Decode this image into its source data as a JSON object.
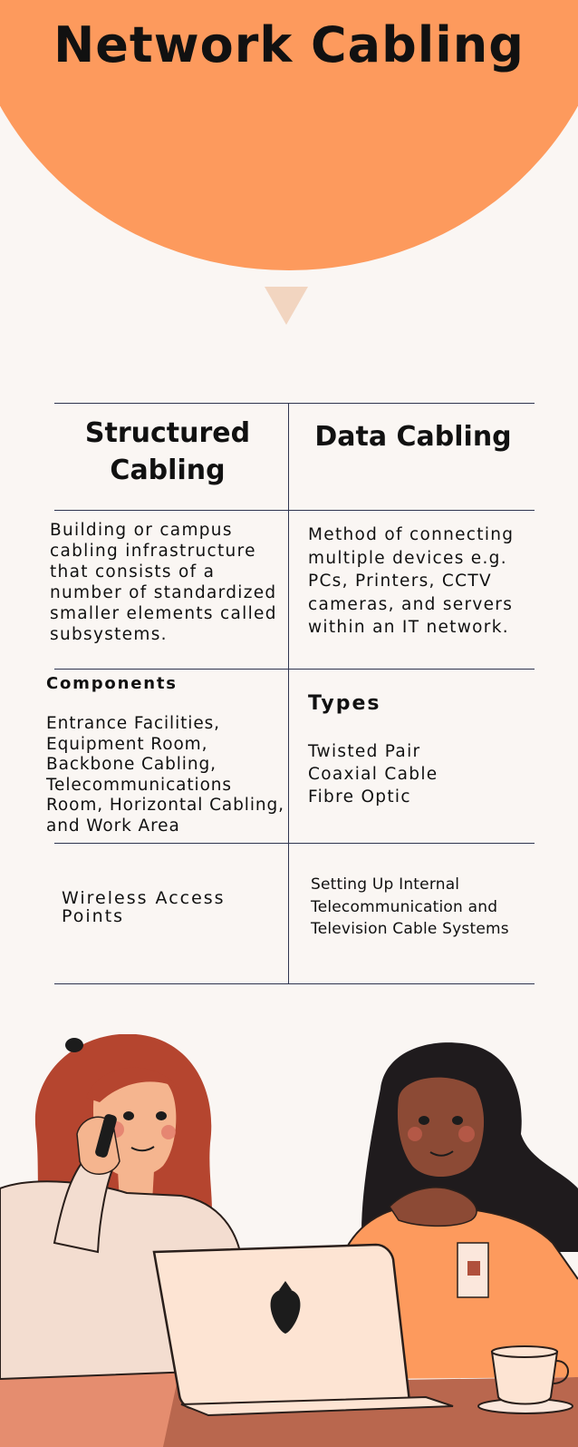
{
  "title": "Network Cabling",
  "colors": {
    "background": "#faf6f3",
    "accent": "#fd9a5d",
    "pointer": "#f2d5c0",
    "rule": "#2f3550"
  },
  "table": {
    "headers": {
      "left": "Structured Cabling",
      "right": "Data Cabling"
    },
    "definitions": {
      "left": "Building or campus cabling infrastructure that consists of a number of standardized smaller elements called subsystems.",
      "right": "Method of connecting multiple devices e.g. PCs, Printers, CCTV cameras, and servers within an IT network."
    },
    "left_components": {
      "heading": "Components",
      "text": "Entrance Facilities, Equipment Room, Backbone Cabling, Telecommunications Room, Horizontal Cabling, and Work Area"
    },
    "right_types": {
      "heading": "Types",
      "items": [
        "Twisted Pair",
        "Coaxial Cable",
        "Fibre Optic"
      ]
    },
    "bottom": {
      "left": "Wireless Access Points",
      "right": "Setting Up Internal Telecommunication and Television Cable Systems"
    }
  },
  "illustration": {
    "icon": "two-women-with-laptop-illustration"
  }
}
